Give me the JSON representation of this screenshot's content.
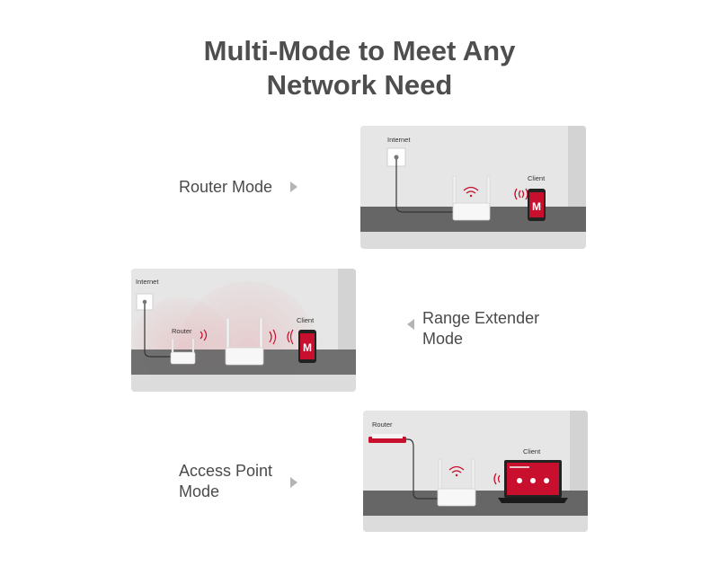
{
  "title": {
    "line1": "Multi-Mode to Meet Any",
    "line2": "Network Need"
  },
  "modes": {
    "router": {
      "label": "Router Mode",
      "internet_label": "Internet",
      "client_label": "Client",
      "phone_logo": "M"
    },
    "range_extender": {
      "label_line1": "Range Extender",
      "label_line2": "Mode",
      "internet_label": "Internet",
      "router_label": "Router",
      "client_label": "Client",
      "phone_logo": "M"
    },
    "access_point": {
      "label_line1": "Access Point",
      "label_line2": "Mode",
      "router_label": "Router",
      "client_label": "Client"
    }
  },
  "colors": {
    "brand_red": "#c8102e",
    "wall": "#e6e6e6",
    "shelf": "#666666",
    "text": "#4a4a4a"
  },
  "icons": [
    "wifi-signal-icon",
    "arrow-right-icon",
    "arrow-left-icon",
    "wall-socket-icon",
    "router-icon",
    "phone-icon",
    "laptop-icon"
  ]
}
